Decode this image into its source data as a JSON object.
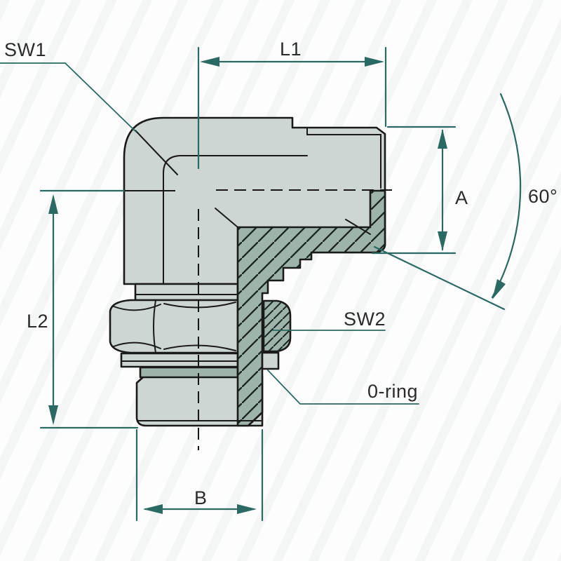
{
  "labels": {
    "sw1": "SW1",
    "l1": "L1",
    "a": "A",
    "angle": "60°",
    "l2": "L2",
    "sw2": "SW2",
    "oring": "0-ring",
    "b": "B"
  },
  "colors": {
    "body": "#cdd6d2",
    "section": "#9eb4ab",
    "dimension": "#2a6a62",
    "outline": "#1a1a1a",
    "text": "#2b2b2e",
    "background": "#fdfdfd"
  }
}
